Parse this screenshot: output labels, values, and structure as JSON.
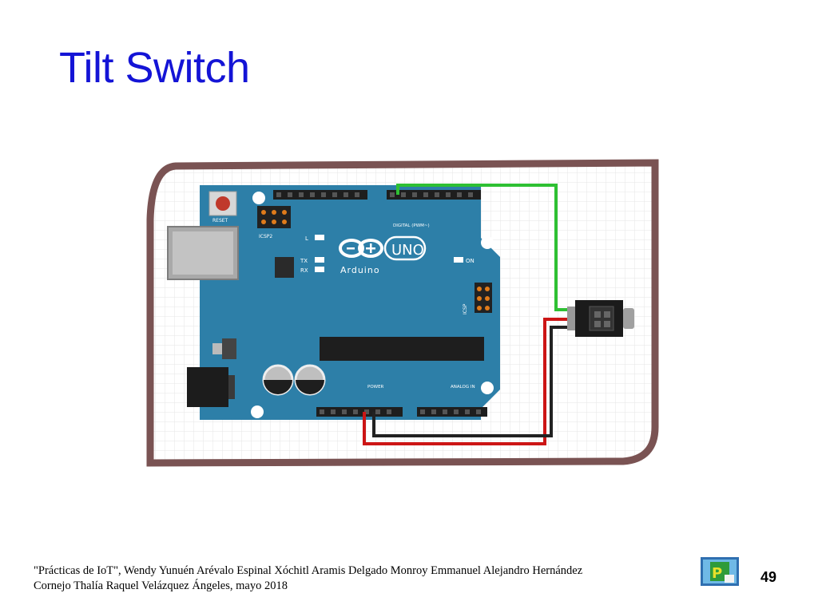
{
  "slide": {
    "title": "Tilt Switch",
    "page_number": "49"
  },
  "footer": {
    "line1": "\"Prácticas de IoT\",  Wendy Yunuén Arévalo Espinal Xóchitl Aramis Delgado Monroy Emmanuel Alejandro Hernández",
    "line2": "Cornejo Thalía Raquel Velázquez Ángeles, mayo 2018"
  },
  "board": {
    "brand": "Arduino",
    "model": "UNO",
    "reset_label": "RESET",
    "icsp2_label": "ICSP2",
    "icsp_label": "ICSP",
    "led_l": "L",
    "led_tx": "TX",
    "led_rx": "RX",
    "led_on": "ON",
    "digital_label": "DIGITAL (PWM~)",
    "power_label": "POWER",
    "analog_label": "ANALOG IN"
  },
  "colors": {
    "title": "#1414d6",
    "board": "#2d7fa8",
    "frame": "#7a5353",
    "wire_signal": "#2ec033",
    "wire_power": "#cc1515",
    "wire_ground": "#222222"
  }
}
